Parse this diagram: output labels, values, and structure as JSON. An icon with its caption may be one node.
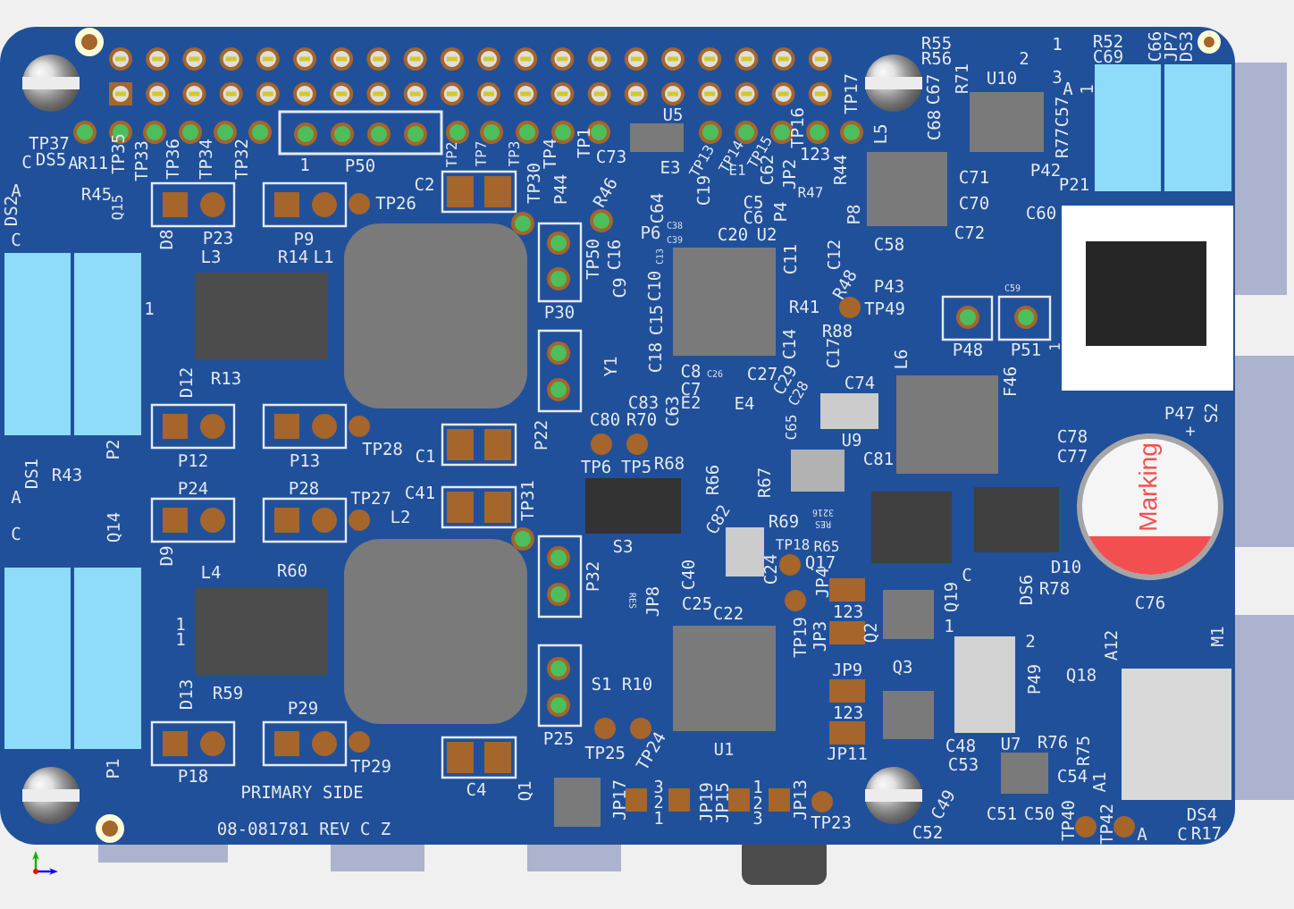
{
  "diagram": {
    "labels": [
      "R55",
      "R56",
      "R52",
      "C69",
      "C66",
      "JP7",
      "DS3",
      "1",
      "2",
      "3",
      "TP17",
      "R71",
      "U10",
      "C67",
      "A",
      "1",
      "U5",
      "C57",
      "C68",
      "L5",
      "TP16",
      "TP37",
      "TP35",
      "TP33",
      "TP36",
      "TP34",
      "TP32",
      "TP2",
      "TP7",
      "TP3",
      "TP4",
      "TP1",
      "C73",
      "TP13",
      "TP14",
      "TP15",
      "123",
      "R77",
      "C",
      "DS5",
      "A",
      "R11",
      "1",
      "P50",
      "E3",
      "E1",
      "C62",
      "JP2",
      "R44",
      "P42",
      "A",
      "R45",
      "Q15",
      "C2",
      "TP30",
      "P44",
      "R46",
      "C19",
      "R47",
      "C71",
      "P21",
      "DS2",
      "TP26",
      "C64",
      "C5",
      "P4",
      "P8",
      "C70",
      "C60",
      "C38",
      "C6",
      "C",
      "D8",
      "P23",
      "P9",
      "P6",
      "C39",
      "C20",
      "U2",
      "C58",
      "C72",
      "L3",
      "R14",
      "L1",
      "TP50",
      "C16",
      "C13",
      "C11",
      "C12",
      "C9",
      "C10",
      "R48",
      "P43",
      "C59",
      "1",
      "P30",
      "C15",
      "R41",
      "TP49",
      "R88",
      "C14",
      "C17",
      "L6",
      "P48",
      "P51",
      "1",
      "D12",
      "R13",
      "Y1",
      "C18",
      "C8",
      "C26",
      "C27",
      "C29",
      "C74",
      "F46",
      "C83",
      "C7",
      "E2",
      "E4",
      "C28",
      "P22",
      "C80",
      "R70",
      "C63",
      "C65",
      "U9",
      "C78",
      "P47",
      "+",
      "S2",
      "P2",
      "P12",
      "P13",
      "TP28",
      "C1",
      "C81",
      "C77",
      "DS1",
      "R43",
      "TP6",
      "TP5",
      "R68",
      "R66",
      "R67",
      "A",
      "P24",
      "P28",
      "TP27",
      "C41",
      "TP31",
      "Marking",
      "C",
      "Q14",
      "L2",
      "C82",
      "R69",
      "3216",
      "RES",
      "D9",
      "S3",
      "TP18",
      "R65",
      "L4",
      "R60",
      "P32",
      "C40",
      "C24",
      "Q17",
      "C",
      "D10",
      "RES",
      "JP8",
      "C25",
      "JP4",
      "Q19",
      "DS6",
      "R78",
      "C76",
      "C22",
      "123",
      "1",
      "1",
      "TP19",
      "JP3",
      "Q2",
      "1",
      "2",
      "A12",
      "M1",
      "D13",
      "R59",
      "S1",
      "R10",
      "JP9",
      "Q3",
      "P49",
      "Q18",
      "P29",
      "123",
      "P25",
      "TP25",
      "TP24",
      "U1",
      "JP11",
      "C48",
      "U7",
      "R76",
      "R75",
      "P1",
      "P18",
      "PRIMARY SIDE",
      "TP29",
      "C4",
      "Q1",
      "JP17",
      "3",
      "2",
      "JP19",
      "JP15",
      "1",
      "2",
      "JP13",
      "C49",
      "C53",
      "C54",
      "A1",
      "08-081781 REV C Z",
      "1",
      "3",
      "TP23",
      "C52",
      "C51",
      "C50",
      "TP40",
      "TP42",
      "A",
      "C",
      "DS4",
      "R17"
    ]
  }
}
